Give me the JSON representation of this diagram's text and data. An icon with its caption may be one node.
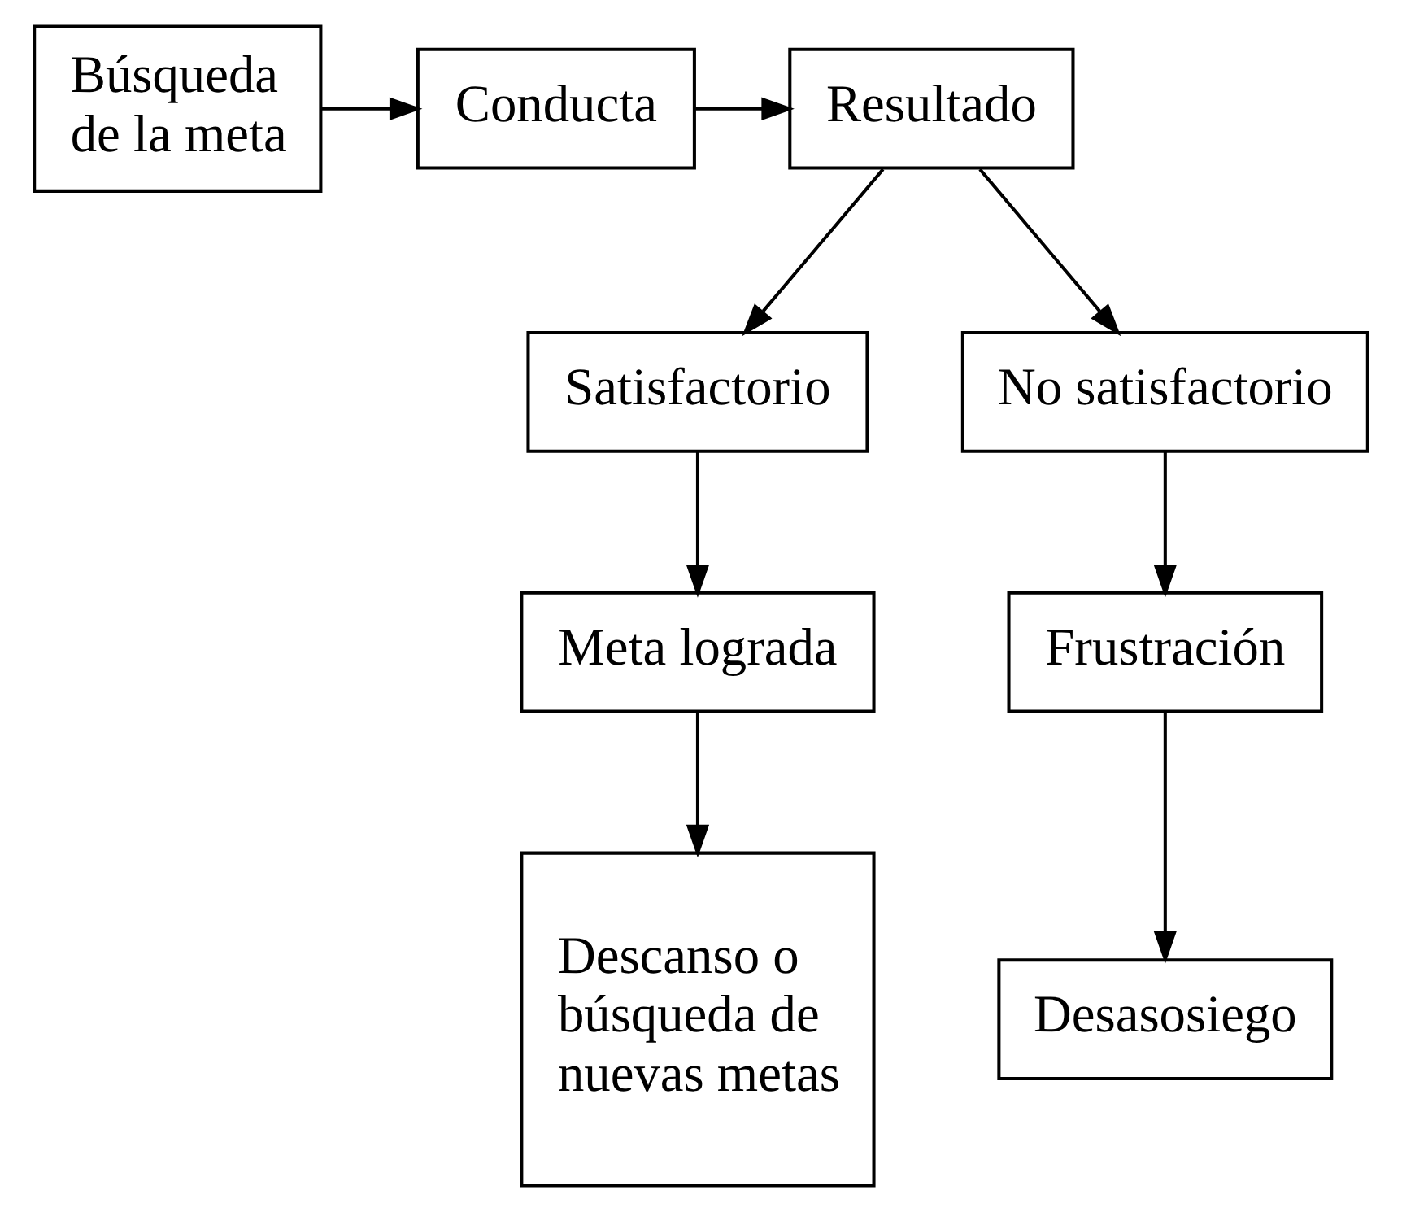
{
  "diagram": {
    "nodes": [
      {
        "text": [
          "Búsqueda de la meta"
        ]
      },
      {
        "text": [
          "Conducta"
        ]
      },
      {
        "text": [
          "Resultado"
        ]
      },
      {
        "text": [
          "Satisfactorio"
        ]
      },
      {
        "text": [
          "No satisfactorio"
        ]
      },
      {
        "text": [
          "Meta lograda"
        ]
      },
      {
        "text": [
          "Frustración"
        ]
      },
      {
        "text": [
          "Descanso o búsqueda de nuevas metas"
        ]
      },
      {
        "text": [
          "Desasosiego"
        ]
      }
    ],
    "edges": [
      {
        "from": 0,
        "to": 1,
        "arrow": "to"
      },
      {
        "from": 1,
        "to": 2,
        "arrow": "to"
      },
      {
        "from": 2,
        "to": 3,
        "arrow": "to"
      },
      {
        "from": 2,
        "to": 4,
        "arrow": "to"
      },
      {
        "from": 3,
        "to": 5,
        "arrow": "to"
      },
      {
        "from": 4,
        "to": 6,
        "arrow": "to"
      },
      {
        "from": 5,
        "to": 7,
        "arrow": "to"
      },
      {
        "from": 6,
        "to": 8,
        "arrow": "to"
      }
    ]
  }
}
